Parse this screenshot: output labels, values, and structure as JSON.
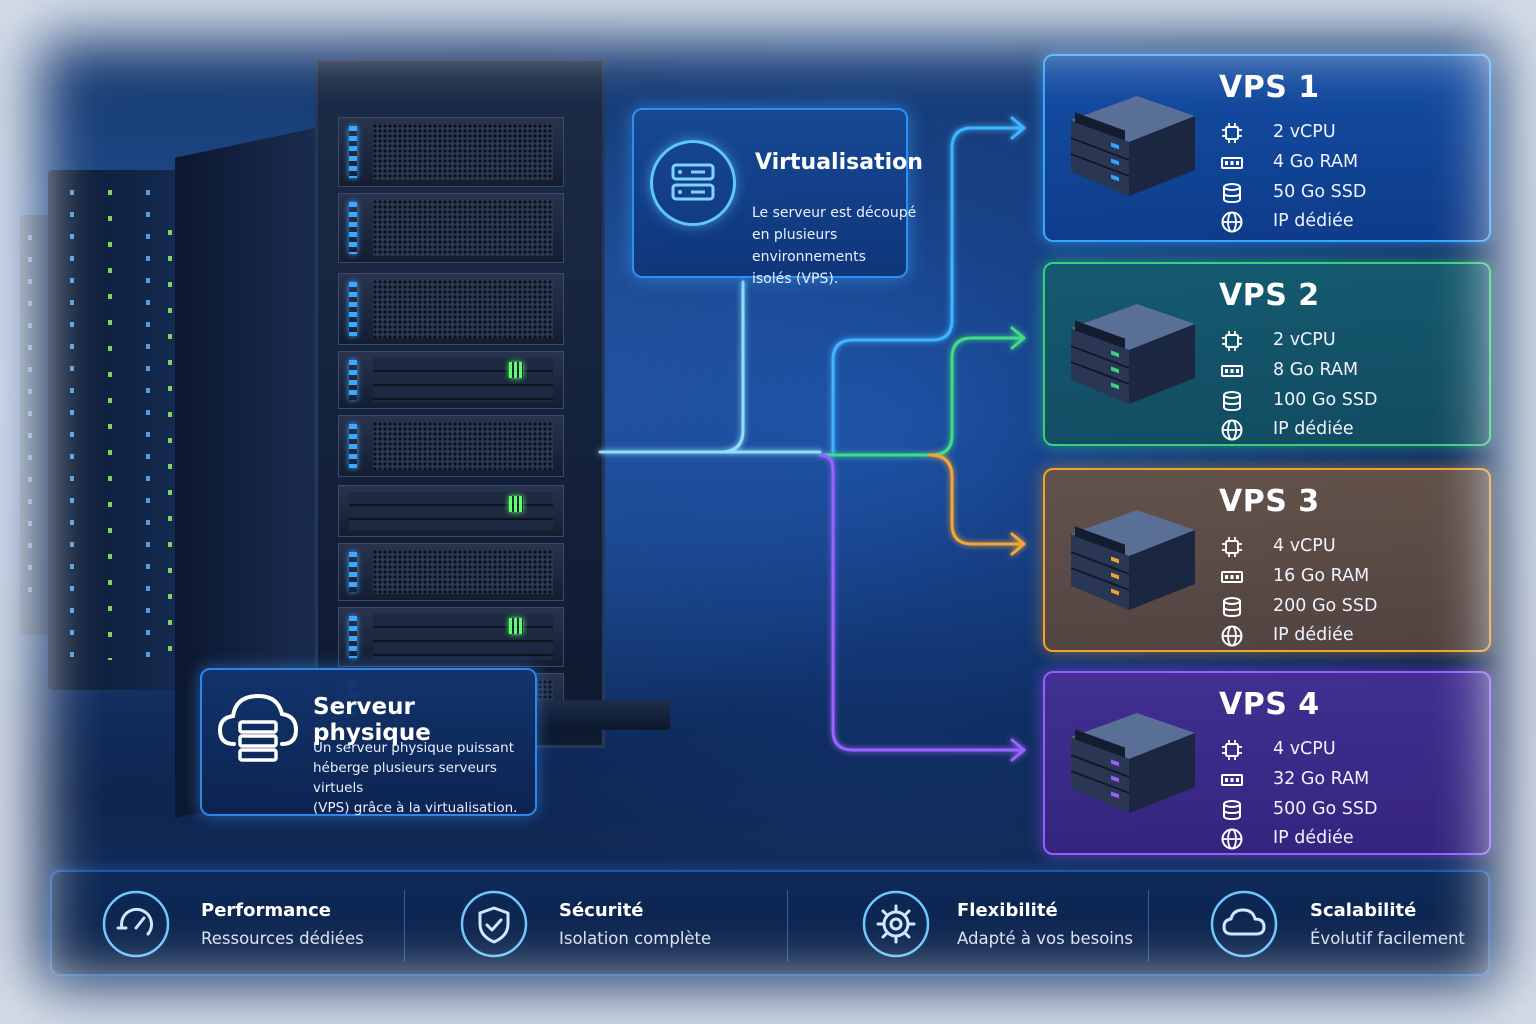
{
  "colors": {
    "vps1": "#36a6ff",
    "vps2": "#37d17a",
    "vps3": "#f0a22a",
    "vps4": "#9a5cff",
    "accent": "#5fc6ff"
  },
  "virtualisation": {
    "icon": "server-stack-icon",
    "title": "Virtualisation",
    "desc_lines": [
      "Le serveur est découpé",
      "en plusieurs environnements",
      "isolés (VPS)."
    ]
  },
  "physical": {
    "icon": "cloud-server-icon",
    "title": "Serveur physique",
    "desc_lines": [
      "Un serveur physique puissant",
      "héberge plusieurs serveurs virtuels",
      "(VPS) grâce à la virtualisation."
    ]
  },
  "vps": [
    {
      "title": "VPS 1",
      "cpu": "2 vCPU",
      "ram": "4 Go RAM",
      "disk": "50 Go SSD",
      "ip": "IP dédiée"
    },
    {
      "title": "VPS 2",
      "cpu": "2 vCPU",
      "ram": "8 Go RAM",
      "disk": "100 Go SSD",
      "ip": "IP dédiée"
    },
    {
      "title": "VPS 3",
      "cpu": "4 vCPU",
      "ram": "16 Go RAM",
      "disk": "200 Go SSD",
      "ip": "IP dédiée"
    },
    {
      "title": "VPS 4",
      "cpu": "4 vCPU",
      "ram": "32 Go RAM",
      "disk": "500 Go SSD",
      "ip": "IP dédiée"
    }
  ],
  "spec_icons": [
    "cpu-icon",
    "ram-icon",
    "disk-icon",
    "globe-icon"
  ],
  "features": [
    {
      "icon": "speedometer-icon",
      "title": "Performance",
      "subtitle": "Ressources dédiées"
    },
    {
      "icon": "shield-check-icon",
      "title": "Sécurité",
      "subtitle": "Isolation complète"
    },
    {
      "icon": "gear-icon",
      "title": "Flexibilité",
      "subtitle": "Adapté à vos besoins"
    },
    {
      "icon": "cloud-icon",
      "title": "Scalabilité",
      "subtitle": "Évolutif facilement"
    }
  ]
}
